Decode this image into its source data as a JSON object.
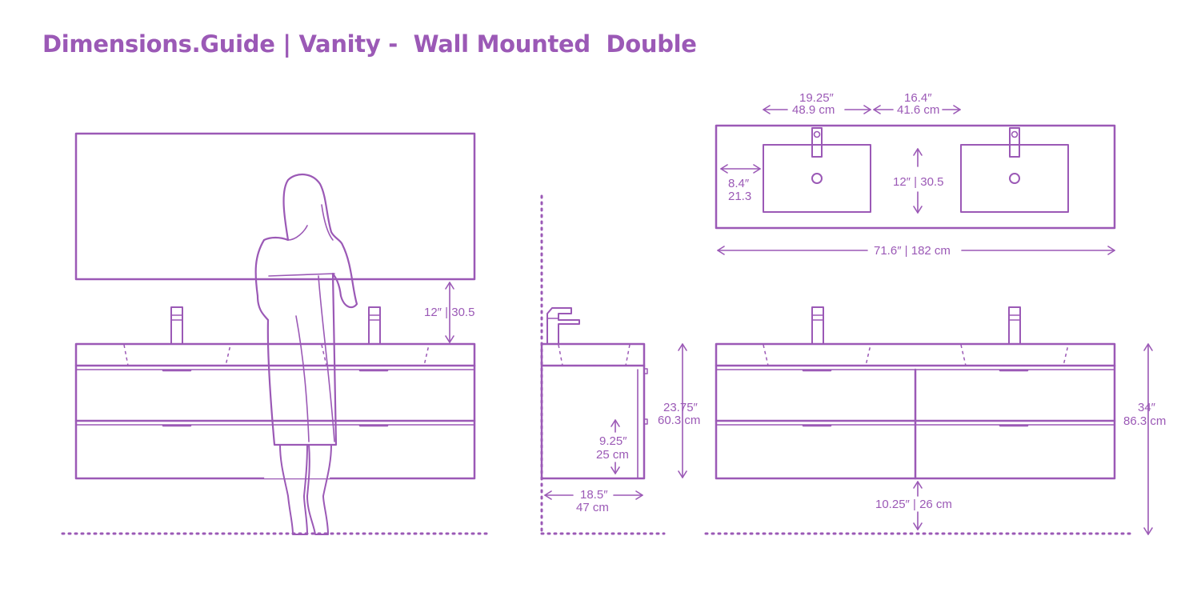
{
  "title": "Dimensions.Guide | Vanity -  Wall Mounted  Double",
  "colors": {
    "accent": "#9b59b6"
  },
  "front_view": {
    "mirror_gap_label": "12″ | 30.5"
  },
  "side_view": {
    "height_label_in": "23.75″",
    "height_label_cm": "60.3 cm",
    "drawer_label_in": "9.25″",
    "drawer_label_cm": "25 cm",
    "depth_label_in": "18.5″",
    "depth_label_cm": "47 cm"
  },
  "top_view": {
    "sink_width_in": "19.25″",
    "sink_width_cm": "48.9 cm",
    "sink_gap_in": "16.4″",
    "sink_gap_cm": "41.6 cm",
    "edge_offset_in": "8.4″",
    "edge_offset_cm": "21.3",
    "sink_depth_label": "12″ | 30.5",
    "total_width_label": "71.6″ | 182 cm"
  },
  "elevation_view": {
    "total_height_in": "34″",
    "total_height_cm": "86.3 cm",
    "floor_gap_label": "10.25″ | 26 cm"
  }
}
